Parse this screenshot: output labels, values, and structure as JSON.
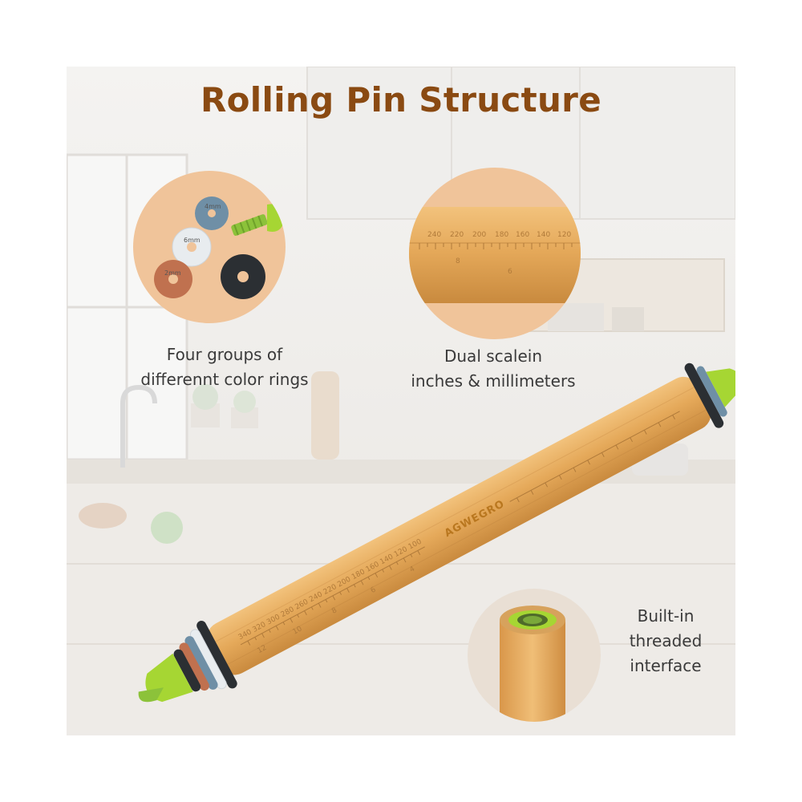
{
  "title": "Rolling Pin Structure",
  "captions": {
    "rings": [
      "Four groups of",
      "differennt color rings"
    ],
    "scale": [
      "Dual scalein",
      "inches & millimeters"
    ],
    "thread": [
      "Built-in",
      "threaded",
      "interface"
    ]
  },
  "brand": "AGWEGRO",
  "ring_labels": [
    "4mm",
    "6mm",
    "2mm"
  ],
  "scale_mm": [
    "340",
    "320",
    "300",
    "280",
    "260",
    "240",
    "220",
    "200",
    "180",
    "160",
    "140",
    "120",
    "100"
  ],
  "scale_in": [
    "12",
    "10",
    "8",
    "6",
    "4"
  ],
  "colors": {
    "title": "#8a4a12",
    "wood": "#e2a85a",
    "ring_green": "#a6d633",
    "ring_blue": "#6f8fa6",
    "ring_white": "#e8ecef",
    "ring_terracotta": "#c0714f",
    "ring_black": "#2b2f33",
    "circle_bg": "#f0c49a"
  },
  "icons": [
    "rings-detail-image",
    "scale-detail-image",
    "threaded-interface-image",
    "rolling-pin-image"
  ]
}
